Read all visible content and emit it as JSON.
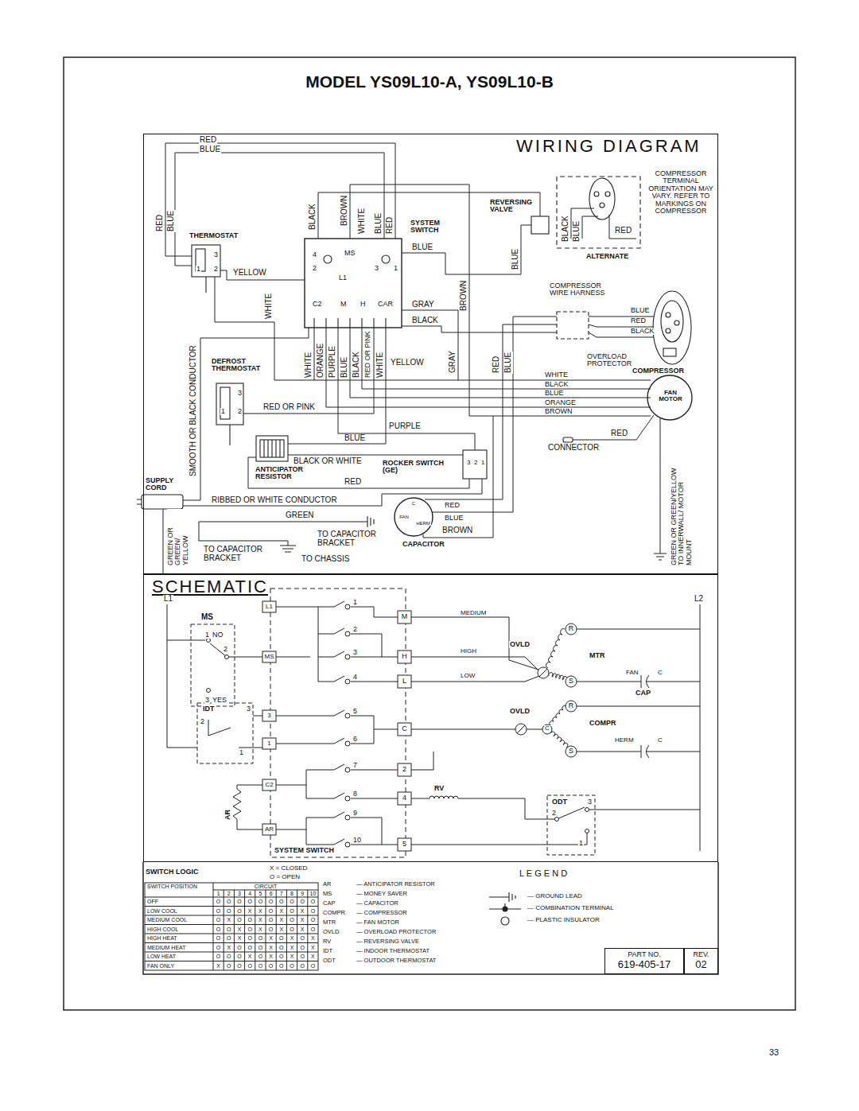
{
  "diagram": {
    "title": "MODEL YS09L10-A, YS09L10-B",
    "nodes": [
      {
        "text": [
          "WIRING DIAGRAM"
        ]
      },
      {
        "text": [
          "SCHEMATIC"
        ]
      },
      {
        "text": [
          "PART NO.",
          "619-405-17"
        ]
      },
      {
        "text": [
          "REV.",
          "02"
        ]
      }
    ],
    "labels": [
      "RED",
      "BLUE",
      "RED",
      "BLUE",
      "THERMOSTAT",
      "3",
      "1",
      "2",
      "YELLOW",
      "WHITE",
      "BLACK",
      "BROWN",
      "WHITE",
      "BLUE",
      "RED",
      "SYSTEM SWITCH",
      "4",
      "MS",
      "3",
      "1",
      "2",
      "L1",
      "C2",
      "M",
      "H",
      "CAR",
      "BLUE",
      "BROWN",
      "GRAY",
      "BLACK",
      "REVERSING VALVE",
      "BLACK",
      "BLUE",
      "RED",
      "BLUE",
      "ALTERNATE",
      "COMPRESSOR TERMINAL ORIENTATION MAY VARY. REFER TO MARKINGS ON COMPRESSOR",
      "COMPRESSOR WIRE HARNESS",
      "BLUE",
      "RED",
      "BLACK",
      "OVERLOAD PROTECTOR",
      "COMPRESSOR",
      "WHITE",
      "BLACK",
      "BLUE",
      "ORANGE",
      "BROWN",
      "FAN MOTOR",
      "RED",
      "CONNECTOR",
      "GREEN OR GREEN/YELLOW TO INNERWALL/ MOTOR MOUNT",
      "SMOOTH OR BLACK CONDUCTOR",
      "WHITE",
      "ORANGE",
      "PURPLE",
      "BLUE",
      "BLACK",
      "RED OR PINK",
      "WHITE",
      "GRAY",
      "RED",
      "BLUE",
      "YELLOW",
      "DEFROST THERMOSTAT",
      "3",
      "1",
      "2",
      "RED OR PINK",
      "PURPLE",
      "BLUE",
      "BLACK OR WHITE",
      "ANTICIPATOR RESISTOR",
      "ROCKER SWITCH (GE)",
      "3",
      "2",
      "1",
      "RED",
      "SUPPLY CORD",
      "RIBBED OR WHITE CONDUCTOR",
      "RED",
      "BLUE",
      "BROWN",
      "GREEN",
      "TO CAPACITOR BRACKET",
      "CAPACITOR",
      "TO CAPACITOR BRACKET",
      "TO CHASSIS",
      "GREEN OR GREEN/ YELLOW",
      "C",
      "FAN",
      "HERM",
      "L1",
      "L2",
      "MS",
      "1",
      "NO",
      "2",
      "3",
      "YES",
      "L1",
      "MS",
      "3",
      "1",
      "C2",
      "AR",
      "1",
      "2",
      "3",
      "4",
      "5",
      "6",
      "7",
      "8",
      "9",
      "10",
      "M",
      "H",
      "L",
      "C",
      "2",
      "4",
      "5",
      "MEDIUM",
      "HIGH",
      "LOW",
      "OVLD",
      "R",
      "MTR",
      "S",
      "FAN",
      "C",
      "CAP",
      "R",
      "OVLD",
      "C",
      "COMPR",
      "S",
      "HERM",
      "C",
      "IDT",
      "3",
      "2",
      "1",
      "AR",
      "RV",
      "ODT",
      "3",
      "2",
      "1",
      "SYSTEM SWITCH",
      "SWITCH LOGIC",
      "X = CLOSED",
      "O = OPEN",
      "L E G E N D",
      "33",
      "AR",
      "— ANTICIPATOR RESISTOR",
      "MS",
      "— MONEY SAVER",
      "CAP",
      "— CAPACITOR",
      "COMPR",
      "— COMPRESSOR",
      "MTR",
      "— FAN MOTOR",
      "OVLD",
      "— OVERLOAD PROTECTOR",
      "RV",
      "— REVERSING VALVE",
      "IDT",
      "— INDOOR THERMOSTAT",
      "ODT",
      "— OUTDOOR THERMOSTAT",
      "SWITCH POSITION",
      "CIRCUIT",
      "1",
      "2",
      "3",
      "4",
      "5",
      "6",
      "7",
      "8",
      "9",
      "10",
      "OFF",
      "O",
      "O",
      "O",
      "O",
      "O",
      "O",
      "O",
      "O",
      "O",
      "O",
      "LOW COOL",
      "O",
      "O",
      "O",
      "X",
      "X",
      "O",
      "X",
      "O",
      "X",
      "O",
      "MEDIUM COOL",
      "O",
      "X",
      "O",
      "O",
      "X",
      "O",
      "X",
      "O",
      "X",
      "O",
      "HIGH COOL",
      "O",
      "O",
      "X",
      "O",
      "X",
      "O",
      "X",
      "O",
      "X",
      "O",
      "HIGH HEAT",
      "O",
      "O",
      "X",
      "O",
      "O",
      "X",
      "O",
      "X",
      "O",
      "X",
      "MEDIUM HEAT",
      "O",
      "X",
      "O",
      "O",
      "O",
      "X",
      "O",
      "X",
      "O",
      "X",
      "LOW HEAT",
      "O",
      "O",
      "O",
      "X",
      "O",
      "X",
      "O",
      "X",
      "O",
      "X",
      "FAN ONLY",
      "X",
      "O",
      "O",
      "O",
      "O",
      "O",
      "O",
      "O",
      "O",
      "O"
    ],
    "legend": [
      {
        "text": "— GROUND LEAD"
      },
      {
        "text": "— COMBINATION TERMINAL"
      },
      {
        "text": "— PLASTIC INSULATOR"
      }
    ]
  }
}
